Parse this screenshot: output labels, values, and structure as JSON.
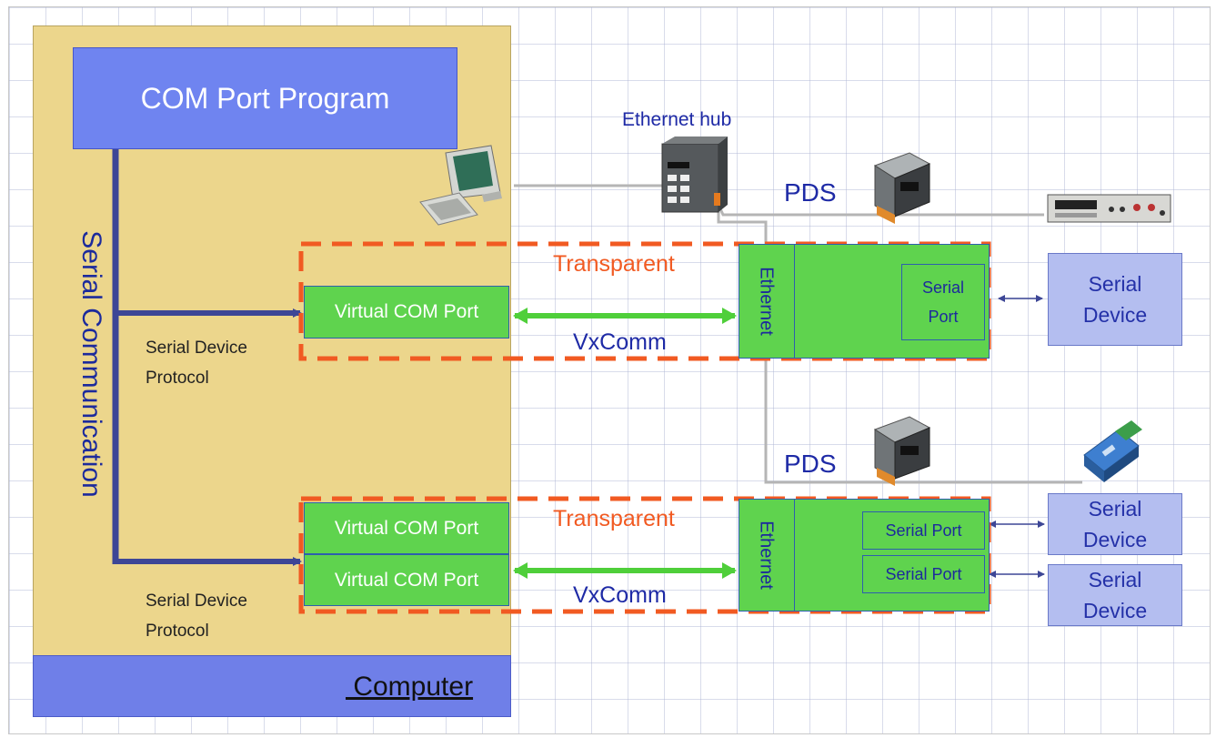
{
  "computer": {
    "label": " Computer",
    "program": "COM Port Program",
    "side_label": "Serial Communication"
  },
  "protocol_labels": [
    {
      "line1": "Serial Device",
      "line2": "Protocol"
    },
    {
      "line1": "Serial Device",
      "line2": "Protocol"
    }
  ],
  "top_channel": {
    "virtual_ports": [
      "Virtual COM Port"
    ],
    "transparent": "Transparent",
    "vxcomm": "VxComm",
    "ethernet": "Ethernet",
    "serial_port_line1": "Serial",
    "serial_port_line2": "Port",
    "device_line1": "Serial",
    "device_line2": "Device"
  },
  "bottom_channel": {
    "virtual_ports": [
      "Virtual COM Port",
      "Virtual COM Port"
    ],
    "transparent": "Transparent",
    "vxcomm": "VxComm",
    "ethernet": "Ethernet",
    "serial_ports": [
      "Serial Port",
      "Serial Port"
    ],
    "devices": [
      {
        "line1": "Serial",
        "line2": "Device"
      },
      {
        "line1": "Serial",
        "line2": "Device"
      }
    ]
  },
  "hub_label": "Ethernet hub",
  "pds_labels": [
    "PDS",
    "PDS"
  ],
  "colors": {
    "computer_bg": "#ecd68c",
    "program_box": "#6f84f0",
    "green_module": "#5fd34e",
    "green_arrow": "#4fcf3a",
    "dashed_border": "#f15a22",
    "serial_device_box": "#b4bef0",
    "navy_line": "#3d4696"
  }
}
